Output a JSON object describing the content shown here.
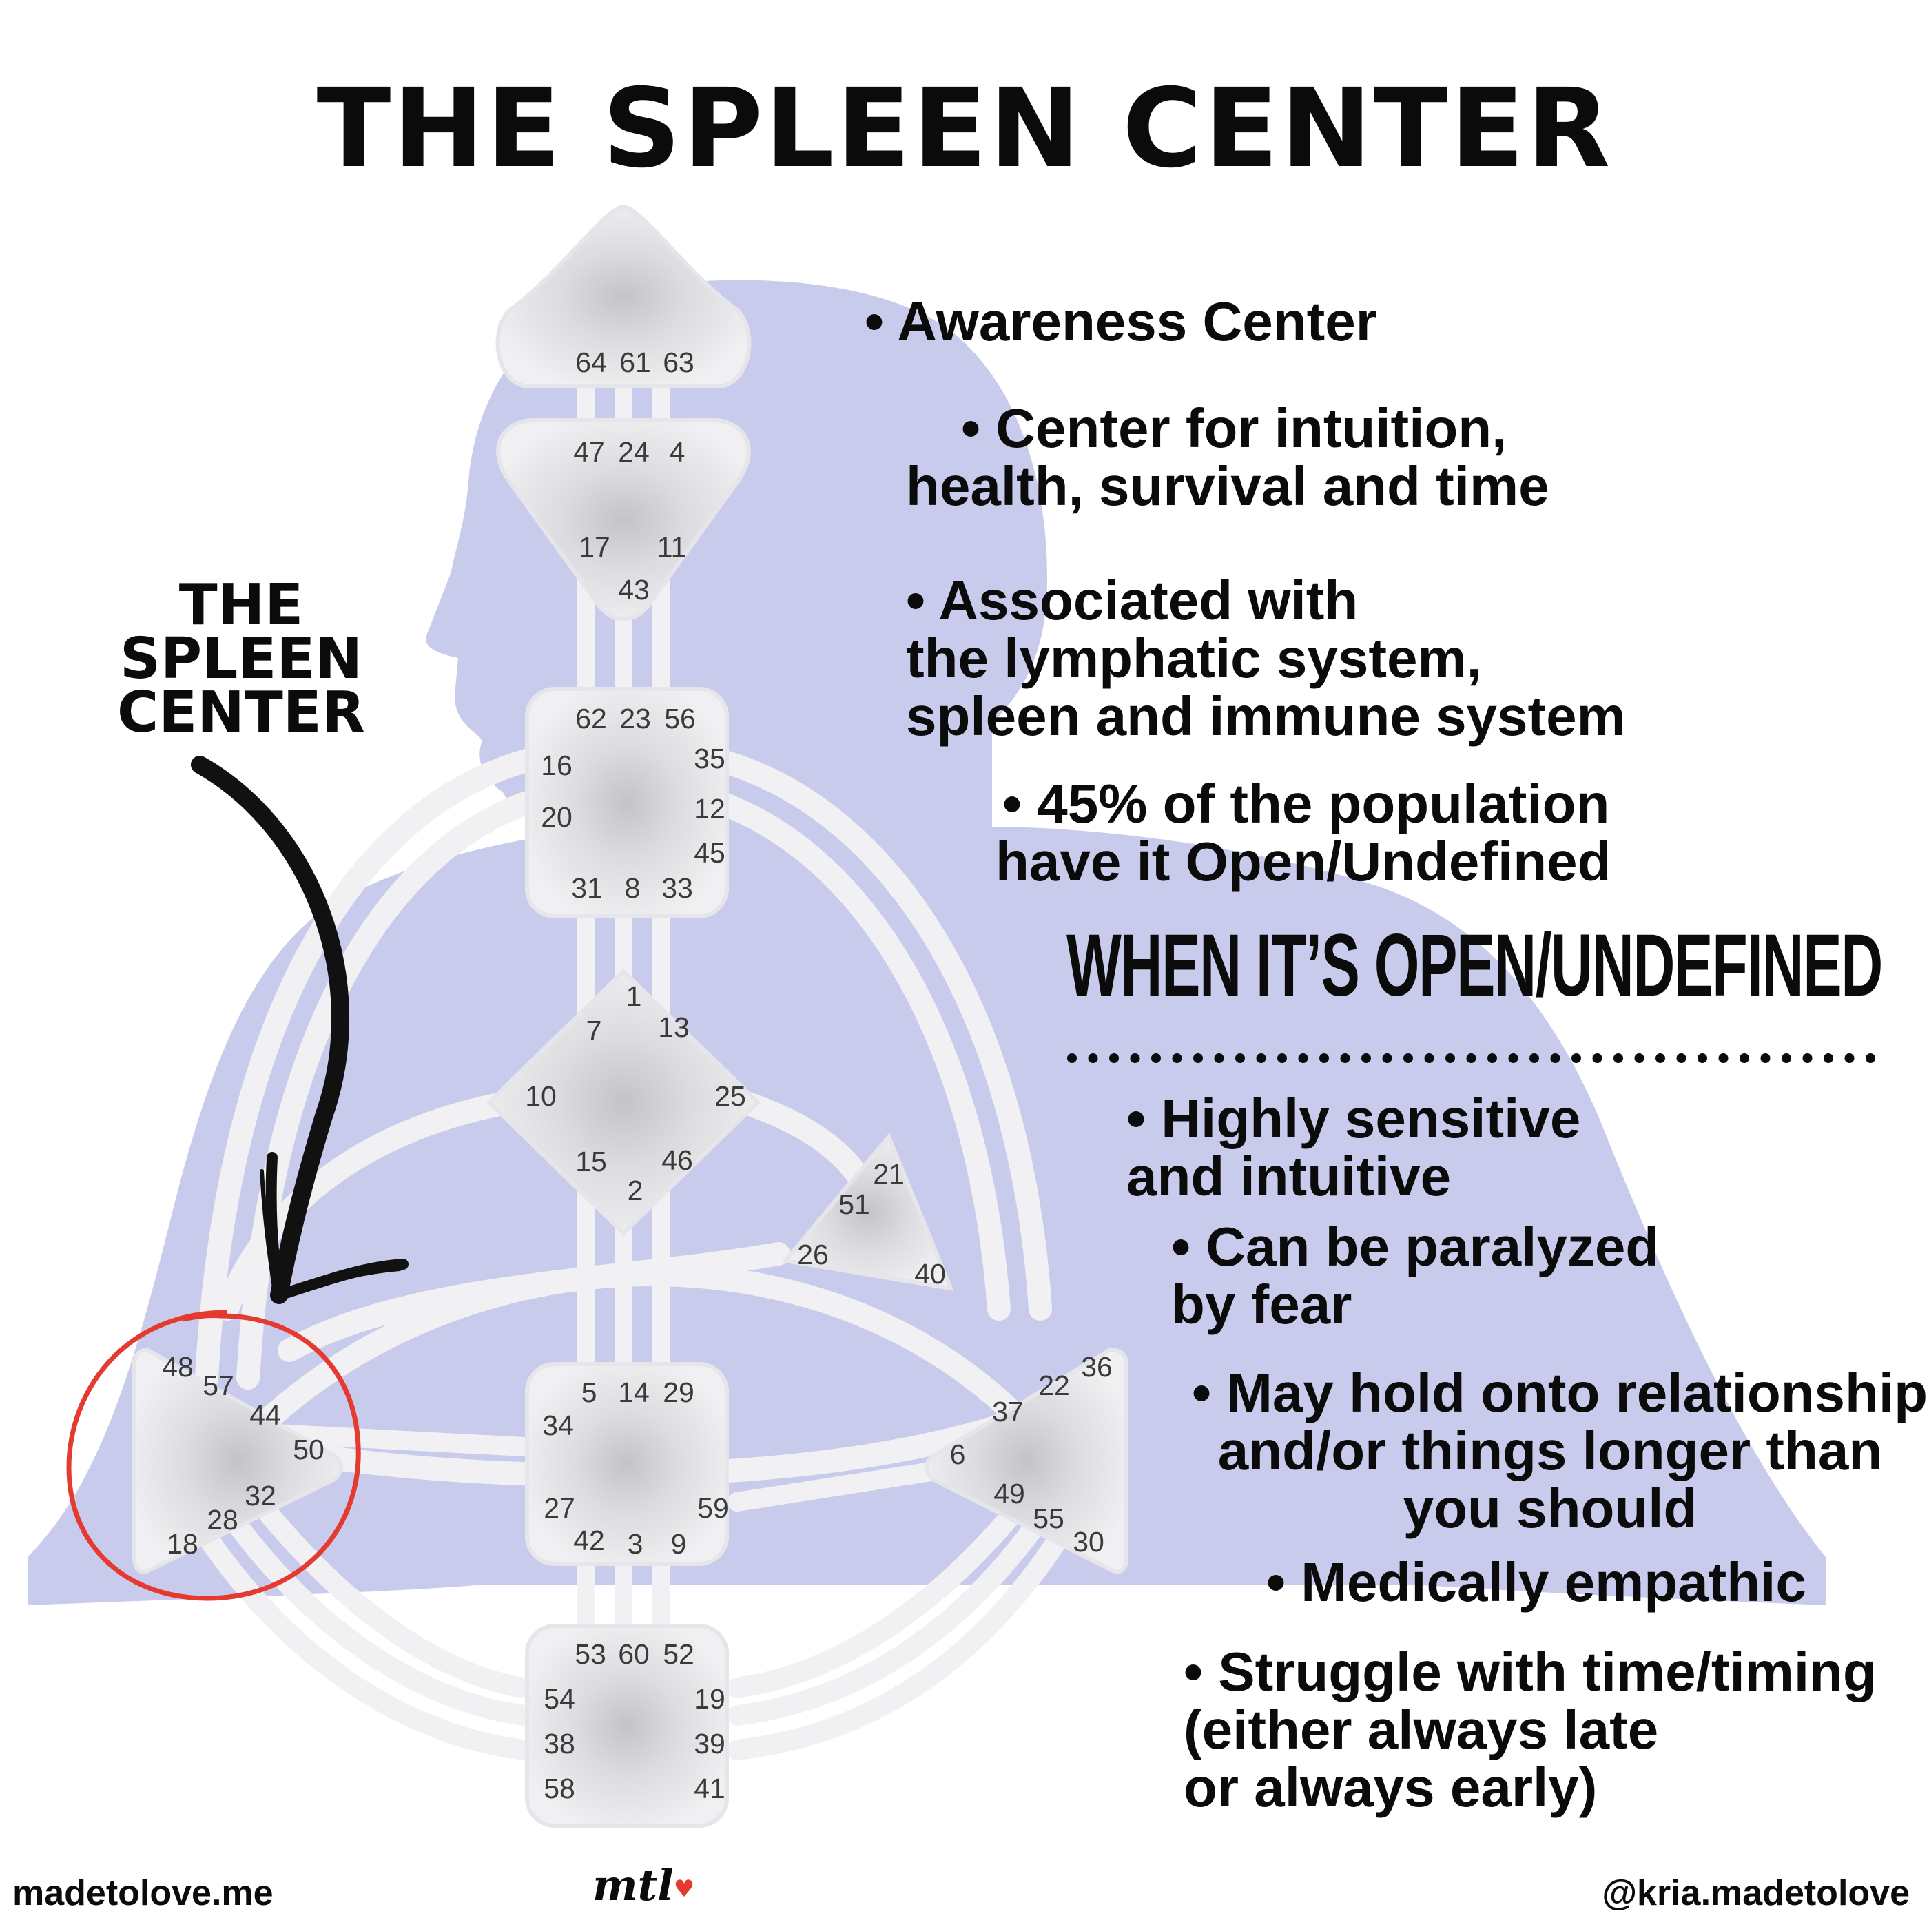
{
  "title": "THE SPLEEN CENTER",
  "side_label": [
    "THE",
    "SPLEEN",
    "CENTER"
  ],
  "colors": {
    "silhouette": "#c9cbec",
    "center": "#efeff2",
    "channel": "#f1f1f3",
    "highlight": "#e53a2f",
    "arrow": "#111111"
  },
  "centers": {
    "head": [
      "64",
      "61",
      "63"
    ],
    "ajna": [
      "47",
      "24",
      "4",
      "17",
      "11",
      "43"
    ],
    "throat": [
      "62",
      "23",
      "56",
      "16",
      "35",
      "20",
      "12",
      "45",
      "31",
      "8",
      "33"
    ],
    "g": [
      "1",
      "7",
      "13",
      "10",
      "25",
      "15",
      "46",
      "2"
    ],
    "heart": [
      "21",
      "51",
      "26",
      "40"
    ],
    "spleen": [
      "48",
      "57",
      "44",
      "50",
      "32",
      "28",
      "18"
    ],
    "sacral": [
      "5",
      "14",
      "29",
      "34",
      "27",
      "59",
      "42",
      "3",
      "9"
    ],
    "solar_plexus": [
      "36",
      "22",
      "37",
      "6",
      "49",
      "55",
      "30"
    ],
    "root": [
      "53",
      "60",
      "52",
      "54",
      "19",
      "38",
      "39",
      "58",
      "41"
    ]
  },
  "facts": [
    "• Awareness Center",
    [
      "• Center for intuition,",
      "health, survival and time"
    ],
    [
      "• Associated with",
      "the lymphatic system,",
      "spleen and immune system"
    ],
    [
      "• 45% of the population",
      "have it Open/Undefined"
    ]
  ],
  "open_heading": "WHEN IT’S OPEN/UNDEFINED",
  "open_traits": [
    [
      "• Highly sensitive",
      "and intuitive"
    ],
    [
      "• Can be paralyzed",
      "by fear"
    ],
    [
      "• May hold onto relationships",
      "and/or things longer than",
      "you should"
    ],
    [
      "• Medically empathic"
    ],
    [
      "• Struggle with time/timing",
      "(either always late",
      "or always early)"
    ]
  ],
  "footer": {
    "left": "madetolove.me",
    "logo": "mtl",
    "right": "@kria.madetolove"
  }
}
